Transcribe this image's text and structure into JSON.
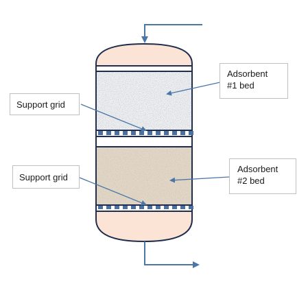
{
  "labels": {
    "support_grid_top": "Support grid",
    "support_grid_bottom": "Support grid",
    "bed1_line1": "Adsorbent",
    "bed1_line2": "#1 bed",
    "bed2_line1": "Adsorbent",
    "bed2_line2": "#2 bed"
  },
  "colors": {
    "vessel_outline": "#1f2d4f",
    "head_fill": "#fbe3d6",
    "bed1_fill": "#eef0f2",
    "bed2_fill": "#e2d7c7",
    "grid_block": "#4a6fa0",
    "arrow": "#4b76a8",
    "callout_border": "#bfbfbf"
  },
  "icons": {
    "inlet": "arrow-down-icon",
    "outlet": "arrow-right-icon"
  }
}
